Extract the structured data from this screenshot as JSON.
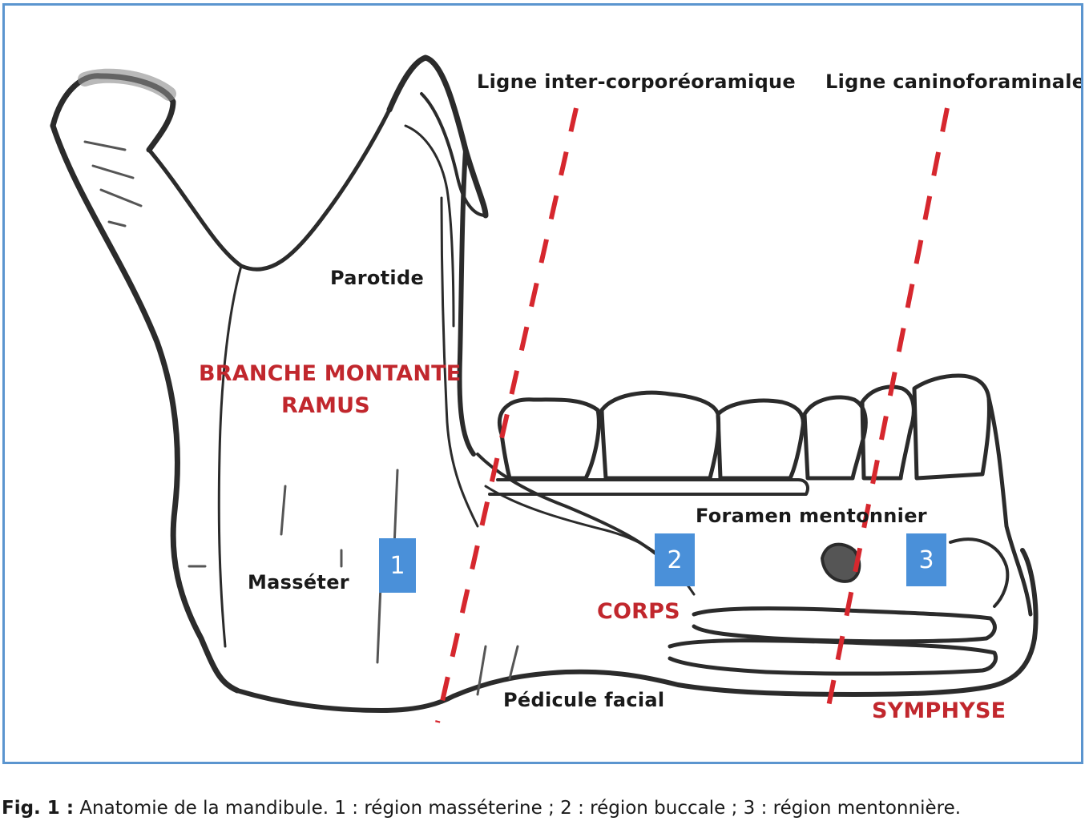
{
  "colors": {
    "frame": "#5b95cf",
    "region_label": "#c1272d",
    "dashed_line": "#d6272e",
    "badge": "#4a90d9",
    "ink": "#1a1a1a"
  },
  "lines": {
    "inter_corporeoramique": "Ligne inter-corporéoramique",
    "caninoforaminale": "Ligne caninoforaminale"
  },
  "structures": {
    "parotide": "Parotide",
    "masseter": "Masséter",
    "foramen": "Foramen mentonnier",
    "pedicule": "Pédicule facial"
  },
  "regions": {
    "branche_montante": "BRANCHE MONTANTE",
    "ramus": "RAMUS",
    "corps": "CORPS",
    "symphyse": "SYMPHYSE"
  },
  "badges": [
    "1",
    "2",
    "3"
  ],
  "caption": {
    "lead": "Fig. 1 :",
    "text": "Anatomie de la mandibule. 1 : région masséterine ; 2 : région buccale ; 3 : région mentonnière."
  }
}
